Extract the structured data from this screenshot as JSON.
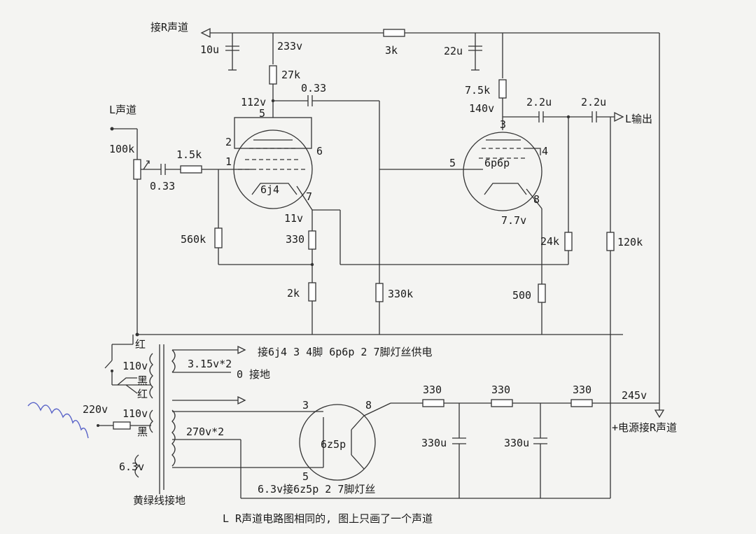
{
  "labels": {
    "to_r_channel": "接R声道",
    "l_channel": "L声道",
    "l_output": "L输出",
    "power_to_r": "+电源接R声道",
    "filament_note": "接6j4 3 4脚 6p6p 2 7脚灯丝供电",
    "ground": "0 接地",
    "rect_filament": "6.3v接6z5p 2 7脚灯丝",
    "earth": "黄绿线接地",
    "caption": "L R声道电路图相同的, 图上只画了一个声道",
    "red1": "红",
    "black1": "黑",
    "red2": "红",
    "black2": "黑"
  },
  "voltages": {
    "b233": "233v",
    "p112": "112v",
    "k11": "11v",
    "p140": "140v",
    "k77": "7.7v",
    "b245": "245v",
    "ac220": "220v",
    "w110a": "110v",
    "w110b": "110v",
    "f63": "6.3v",
    "f315": "3.15v*2",
    "hv270": "270v*2"
  },
  "components": {
    "c10u": "10u",
    "r3k": "3k",
    "c22u": "22u",
    "r27k": "27k",
    "c033a": "0.33",
    "r75k": "7.5k",
    "c22a": "2.2u",
    "c22b": "2.2u",
    "pot100k": "100k",
    "r15k": "1.5k",
    "c033b": "0.33",
    "r560k": "560k",
    "r330a": "330",
    "r2k": "2k",
    "r330k": "330k",
    "r24k": "24k",
    "r120k": "120k",
    "r500": "500",
    "r330b": "330",
    "r330c": "330",
    "r330d": "330",
    "c330ua": "330u",
    "c330ub": "330u"
  },
  "tubes": {
    "v1": "6j4",
    "v2": "6p6p",
    "rect": "6z5p"
  },
  "pins": {
    "v1_5": "5",
    "v1_2": "2",
    "v1_6": "6",
    "v1_1": "1",
    "v1_7": "7",
    "v2_3": "3",
    "v2_4": "4",
    "v2_5": "5",
    "v2_8": "8",
    "r_3": "3",
    "r_8": "8",
    "r_5": "5"
  }
}
